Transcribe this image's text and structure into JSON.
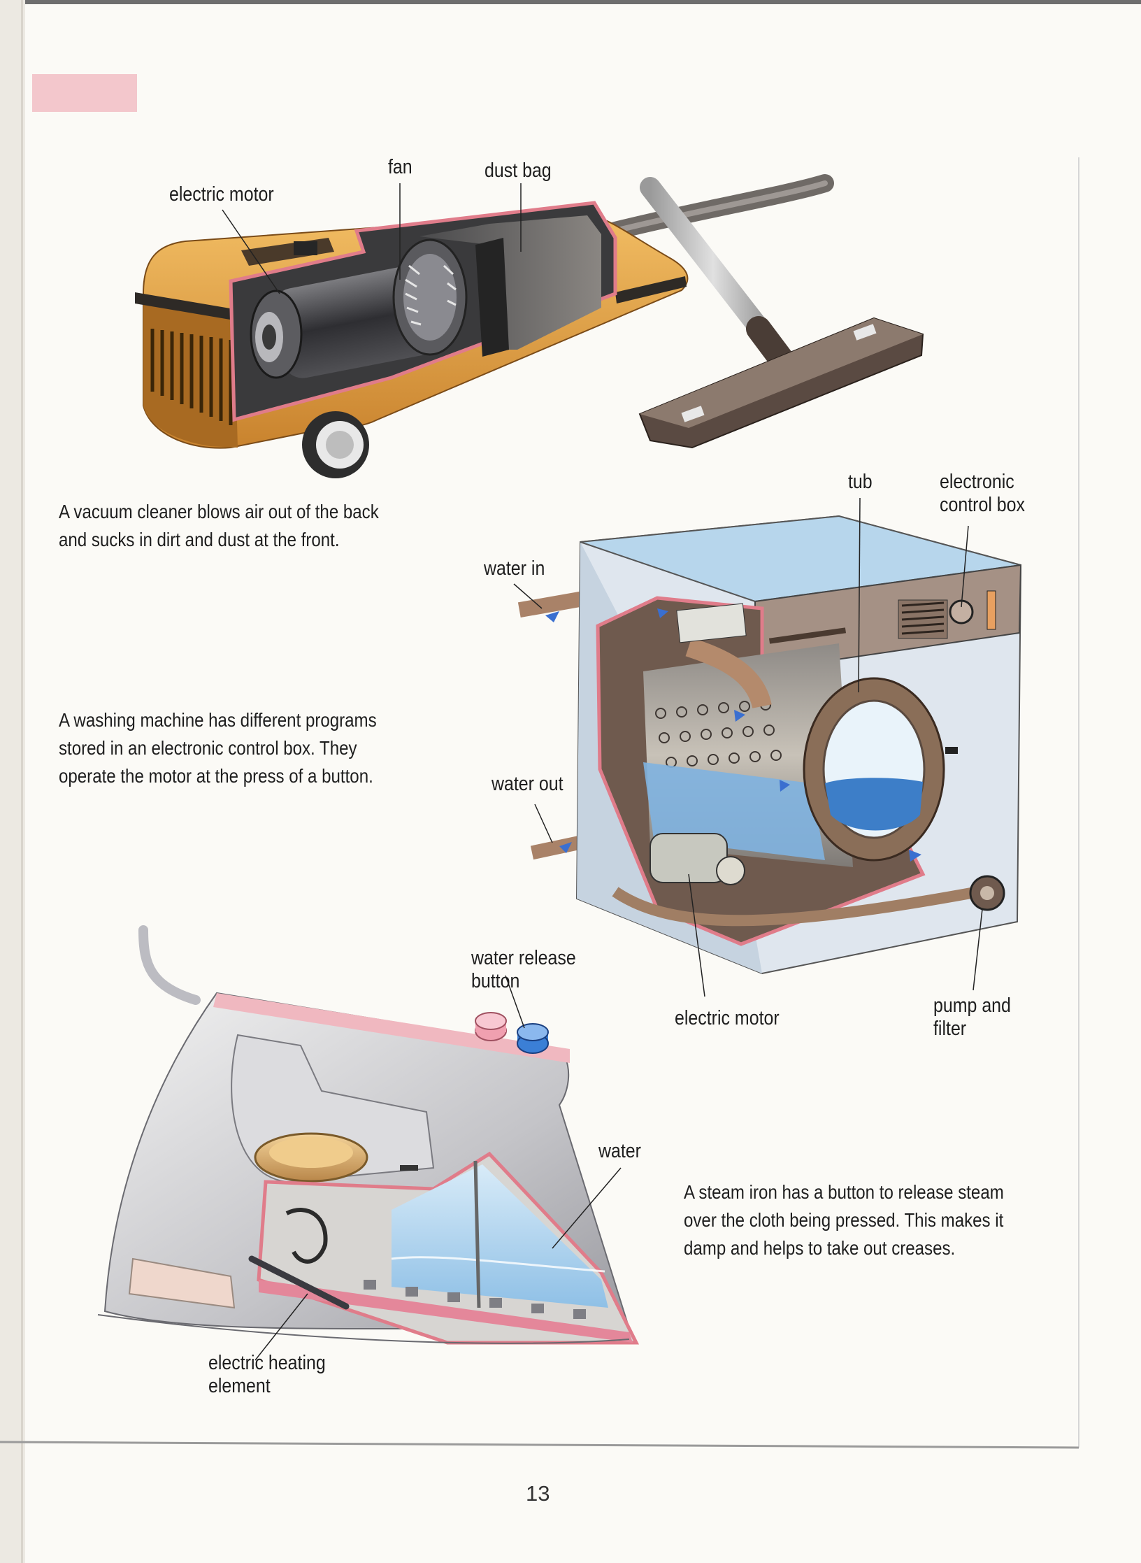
{
  "page_number": "13",
  "colors": {
    "accent_tab": "#f3c7cc",
    "vacuum_body": "#e6a446",
    "cutaway_edge": "#e07c8a",
    "water": "#7fb2e0",
    "steel": "#c9c9cc",
    "button_pink": "#f0a0b0",
    "button_blue": "#3b7fd6"
  },
  "vacuum": {
    "labels": {
      "electric_motor": "electric motor",
      "fan": "fan",
      "dust_bag": "dust bag"
    },
    "caption": [
      "A vacuum cleaner blows air out of the back",
      "and sucks in dirt and dust at the front."
    ]
  },
  "washing_machine": {
    "labels": {
      "tub": "tub",
      "control_box": [
        "electronic",
        "control box"
      ],
      "water_in": "water in",
      "water_out": "water out",
      "electric_motor": "electric motor",
      "pump_filter": [
        "pump and",
        "filter"
      ]
    },
    "caption": [
      "A washing machine has different programs",
      "stored in an electronic control box. They",
      "operate the motor at the press of a button."
    ]
  },
  "steam_iron": {
    "labels": {
      "water_release": [
        "water release",
        "button"
      ],
      "water": "water",
      "heating_element": [
        "electric heating",
        "element"
      ]
    },
    "caption": [
      "A steam iron has a button to release steam",
      "over the cloth being pressed. This makes it",
      "damp and helps to take out creases."
    ]
  }
}
